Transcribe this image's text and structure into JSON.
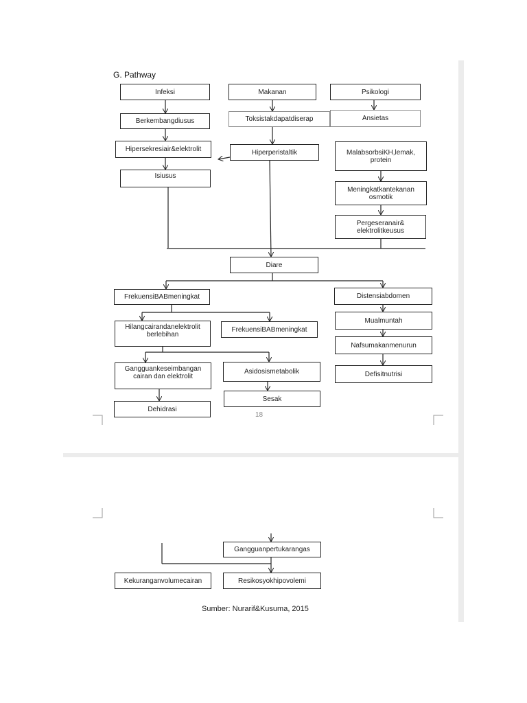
{
  "page": {
    "heading": "G.  Pathway",
    "page_number": "18",
    "source": "Sumber: Nurarif&Kusuma, 2015"
  },
  "nodes": {
    "infeksi": "Infeksi",
    "makanan": "Makanan",
    "psikologi": "Psikologi",
    "berkembang": "Berkembangdiusus",
    "toksis": "Toksistakdapatdiserap",
    "ansietas": "Ansietas",
    "hipersekresi": "Hipersekresiair&elektrolit",
    "hiperperistaltik": "Hiperperistaltik",
    "malabsorbsi": "MalabsorbsiKH,lemak, protein",
    "isiusus": "Isiusus",
    "tekanan": "Meningkatkantekanan osmotik",
    "pergeseran": "Pergeseranair& elektrolitkeusus",
    "diare": "Diare",
    "frekuensi1": "FrekuensiBABmeningkat",
    "distensi": "Distensiabdomen",
    "hilang": "Hilangcairandanelektrolit berlebihan",
    "frekuensi2": "FrekuensiBABmeningkat",
    "mual": "Mualmuntah",
    "nafsu": "Nafsumakanmenurun",
    "gangguan_keseimbangan": "Gangguankeseimbangan cairan dan elektrolit",
    "asidosis": "Asidosismetabolik",
    "defisit": "Defisitnutrisi",
    "sesak": "Sesak",
    "dehidrasi": "Dehidrasi",
    "gangguan_pertukaran": "Gangguanpertukarangas",
    "kekurangan": "Kekuranganvolumecairan",
    "resiko": "Resikosyokhipovolemi"
  }
}
